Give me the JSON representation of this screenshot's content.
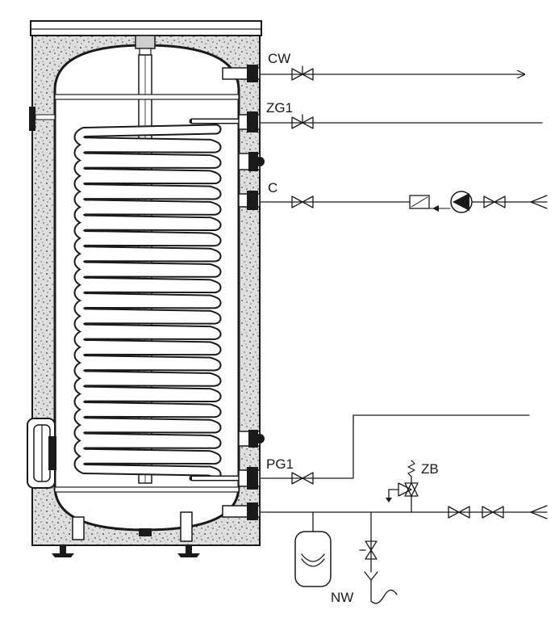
{
  "labels": {
    "cw": "CW",
    "zg1": "ZG1",
    "c": "C",
    "pg1": "PG1",
    "zb": "ZB",
    "nw": "NW"
  },
  "coil": {
    "turns": 22
  },
  "colors": {
    "line": "#1a1a1a",
    "insulation": "#dddddd",
    "coil_fill": "#ffffff"
  }
}
